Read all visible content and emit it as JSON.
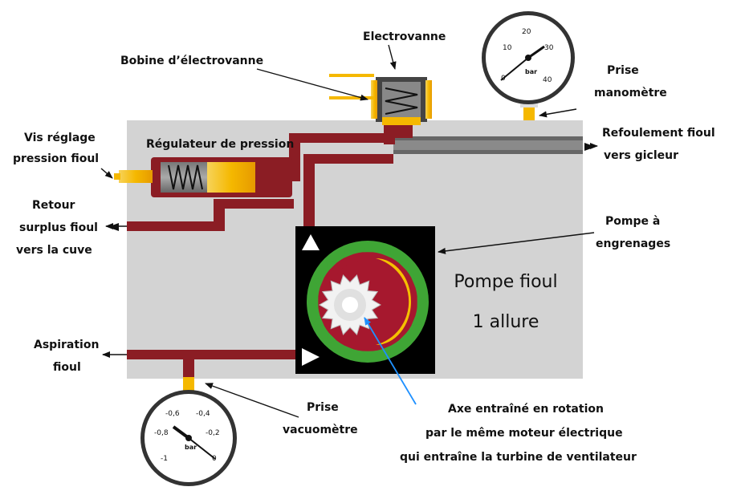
{
  "labels": {
    "electrovanne": "Electrovanne",
    "bobine": "Bobine d’électrovanne",
    "prise_manometre_1": "Prise",
    "prise_manometre_2": "manomètre",
    "vis_reglage_1": "Vis réglage",
    "vis_reglage_2": "pression fioul",
    "regulateur": "Régulateur de pression",
    "refoulement_1": "Refoulement fioul",
    "refoulement_2": "vers gicleur",
    "retour_1": "Retour",
    "retour_2": "surplus fioul",
    "retour_3": "vers la cuve",
    "pompe_engrenages_1": "Pompe à",
    "pompe_engrenages_2": "engrenages",
    "pompe_fioul_1": "Pompe fioul",
    "pompe_fioul_2": "1 allure",
    "aspiration_1": "Aspiration",
    "aspiration_2": "fioul",
    "prise_vacuometre_1": "Prise",
    "prise_vacuometre_2": "vacuomètre",
    "axe_1": "Axe entraîné en rotation",
    "axe_2": "par le même moteur électrique",
    "axe_3": "qui entraîne la turbine de ventilateur"
  },
  "manometer": {
    "unit": "bar",
    "ticks": [
      "0",
      "10",
      "20",
      "30",
      "40"
    ]
  },
  "vacuometer": {
    "unit": "bar",
    "ticks": [
      "-1",
      "-0,8",
      "-0,6",
      "-0,4",
      "-0,2",
      "0"
    ]
  },
  "colors": {
    "pipe": "#8b1d24",
    "body": "#d3d3d3",
    "pump_bg": "#000000",
    "gear_green": "#3fa535",
    "gear_yellow": "#f5c000",
    "axis_line": "#1e90ff"
  }
}
